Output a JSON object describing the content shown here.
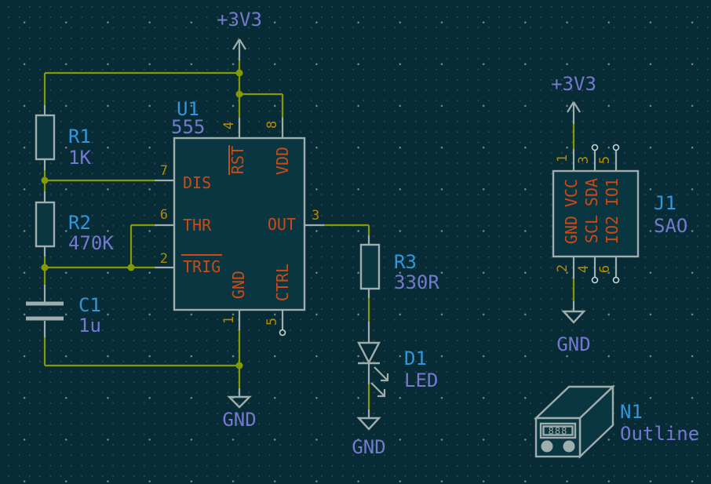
{
  "canvas": {
    "app": "schematic-editor",
    "theme": "solarized-dark"
  },
  "colors": {
    "background": "#072c36",
    "wire": "#859900",
    "symbol_outline": "#9fadad",
    "symbol_fill": "#0a3642",
    "pin_name": "#cb4b16",
    "pin_number": "#b58900",
    "reference": "#2f97dc",
    "value": "#7579ce"
  },
  "power": {
    "rail_label": "+3V3",
    "ground_label": "GND"
  },
  "components": {
    "u1": {
      "reference": "U1",
      "value": "555",
      "pin_names": {
        "rst": "RST",
        "vdd": "VDD",
        "dis": "DIS",
        "thr": "THR",
        "trig": "TRIG",
        "out": "OUT",
        "gnd": "GND",
        "ctrl": "CTRL"
      },
      "pin_numbers": {
        "n1": "1",
        "n2": "2",
        "n3": "3",
        "n4": "4",
        "n5": "5",
        "n6": "6",
        "n7": "7",
        "n8": "8"
      }
    },
    "r1": {
      "reference": "R1",
      "value": "1K"
    },
    "r2": {
      "reference": "R2",
      "value": "470K"
    },
    "r3": {
      "reference": "R3",
      "value": "330R"
    },
    "c1": {
      "reference": "C1",
      "value": "1u"
    },
    "d1": {
      "reference": "D1",
      "value": "LED"
    },
    "j1": {
      "reference": "J1",
      "value": "SAO",
      "pin_names": {
        "vcc": "VCC",
        "gnd": "GND",
        "sda": "SDA",
        "scl": "SCL",
        "io1": "IO1",
        "io2": "IO2"
      },
      "pin_numbers": {
        "n1": "1",
        "n2": "2",
        "n3": "3",
        "n4": "4",
        "n5": "5",
        "n6": "6"
      }
    },
    "n1": {
      "reference": "N1",
      "value": "Outline",
      "display_text": "888"
    }
  }
}
